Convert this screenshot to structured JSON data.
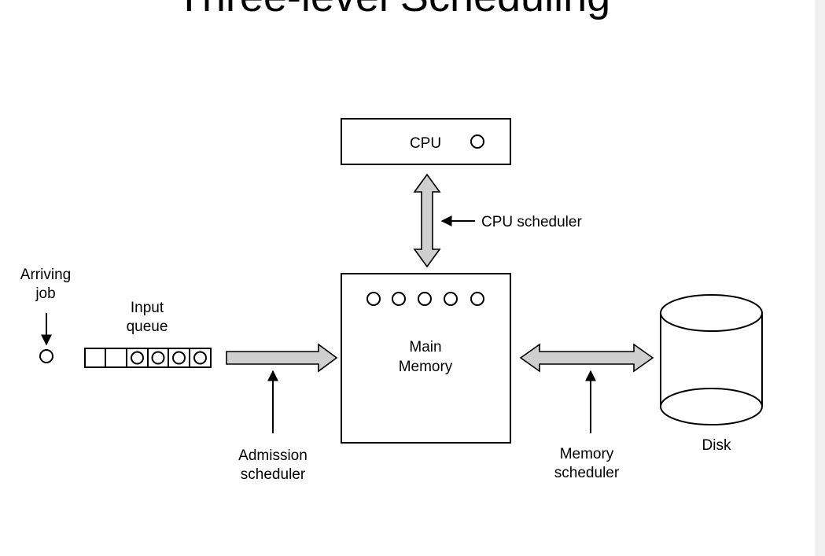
{
  "title": "Three-level Scheduling",
  "labels": {
    "cpu": "CPU",
    "cpu_scheduler": "CPU scheduler",
    "arriving_line1": "Arriving",
    "arriving_line2": "job",
    "input_line1": "Input",
    "input_line2": "queue",
    "memory_line1": "Main",
    "memory_line2": "Memory",
    "disk": "Disk",
    "admission_line1": "Admission",
    "admission_line2": "scheduler",
    "memsched_line1": "Memory",
    "memsched_line2": "scheduler"
  },
  "counts": {
    "jobs_in_cpu": 1,
    "jobs_in_memory": 5,
    "queue_slots": 6,
    "jobs_in_queue": 4
  }
}
